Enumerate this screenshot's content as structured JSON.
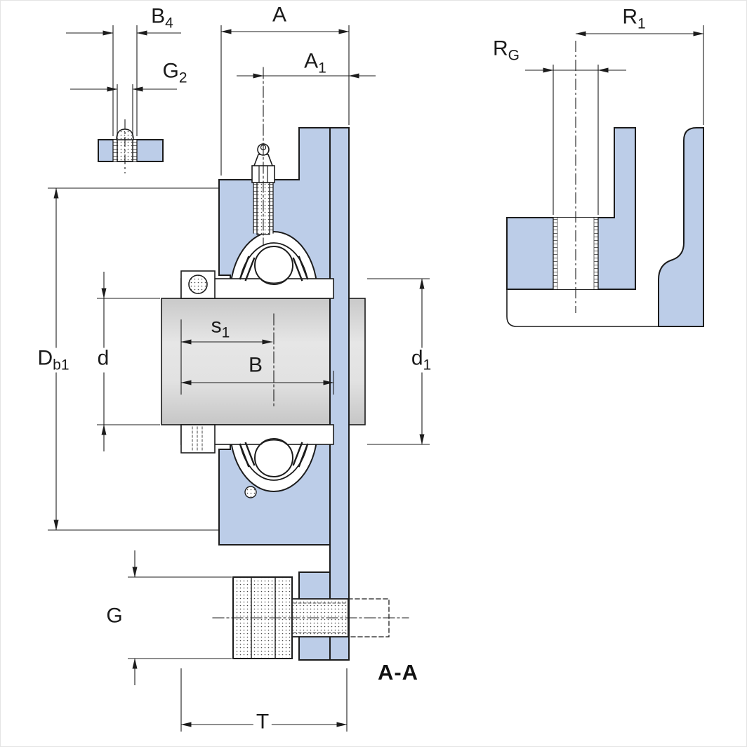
{
  "drawing": {
    "section_label": "A-A",
    "labels": {
      "B4": {
        "main": "B",
        "sub": "4"
      },
      "G2": {
        "main": "G",
        "sub": "2"
      },
      "A": {
        "main": "A",
        "sub": ""
      },
      "A1": {
        "main": "A",
        "sub": "1"
      },
      "RG": {
        "main": "R",
        "sub": "G"
      },
      "R1": {
        "main": "R",
        "sub": "1"
      },
      "Db1": {
        "main": "D",
        "sub": "b1"
      },
      "d": {
        "main": "d",
        "sub": ""
      },
      "s1": {
        "main": "s",
        "sub": "1"
      },
      "B": {
        "main": "B",
        "sub": ""
      },
      "d1": {
        "main": "d",
        "sub": "1"
      },
      "G": {
        "main": "G",
        "sub": ""
      },
      "T": {
        "main": "T",
        "sub": ""
      }
    },
    "colors": {
      "housing_fill": "#bccde8",
      "shaft_fill": "#d9d9d9",
      "line": "#1c1c1c",
      "background": "#ffffff"
    }
  }
}
